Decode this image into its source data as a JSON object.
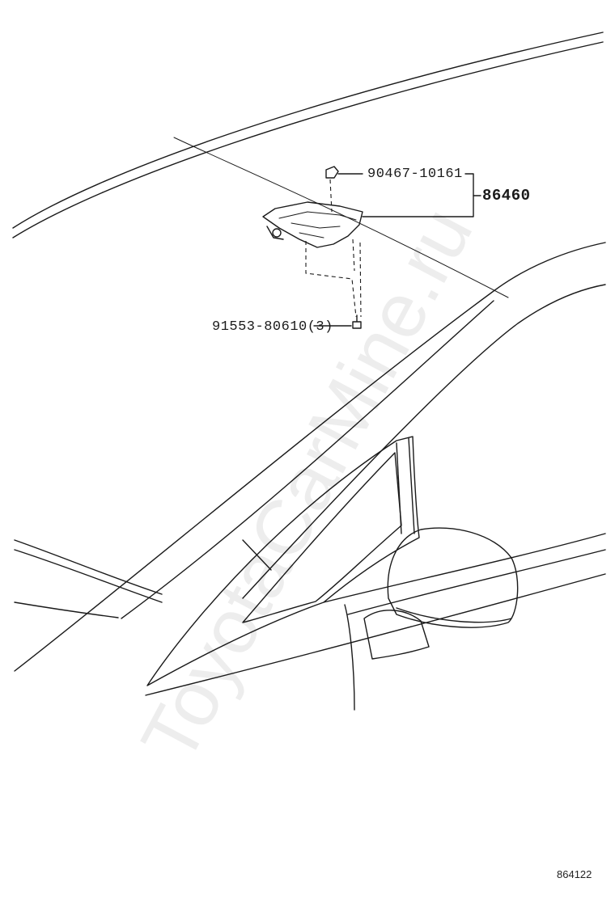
{
  "diagram": {
    "parts": {
      "clip": "90467-10161",
      "assembly": "86460",
      "screw": "91553-80610(3)"
    },
    "figure_code": "864122",
    "watermark": "ToyotaCarMine.ru"
  },
  "colors": {
    "line": "#1a1a1a",
    "background": "#ffffff"
  }
}
